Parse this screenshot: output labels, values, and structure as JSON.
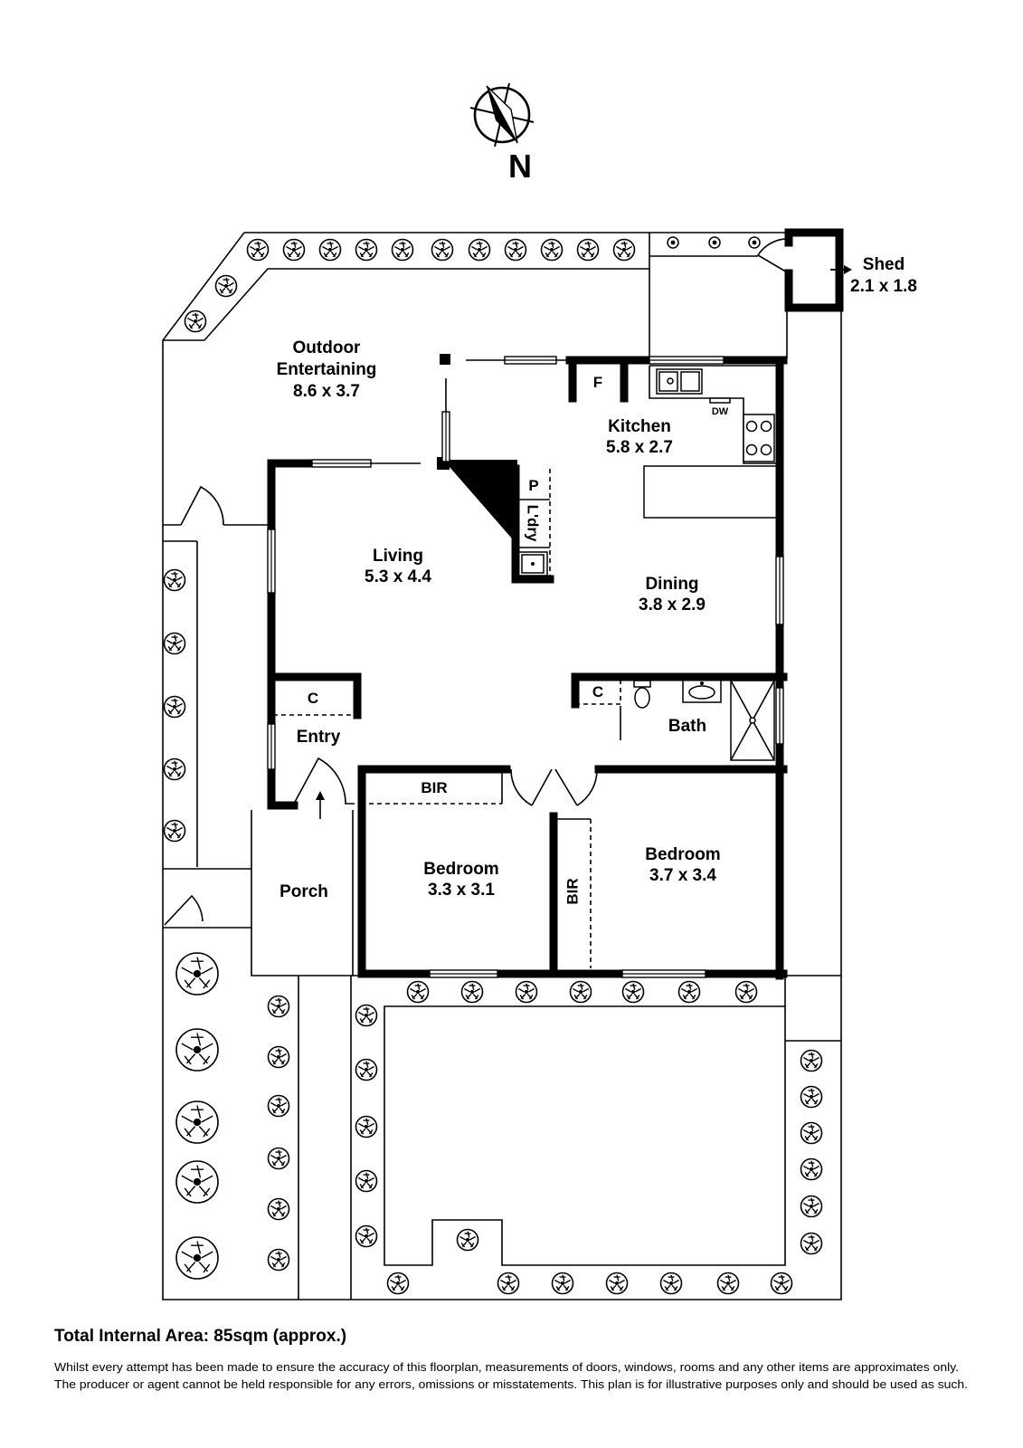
{
  "colors": {
    "ink": "#000000",
    "background": "#ffffff"
  },
  "compass": {
    "label": "N"
  },
  "rooms": {
    "shed": {
      "name": "Shed",
      "size": "2.1 x 1.8"
    },
    "outdoor": {
      "name_line1": "Outdoor",
      "name_line2": "Entertaining",
      "size": "8.6 x 3.7"
    },
    "kitchen": {
      "name": "Kitchen",
      "size": "5.8 x 2.7"
    },
    "living": {
      "name": "Living",
      "size": "5.3 x 4.4"
    },
    "dining": {
      "name": "Dining",
      "size": "3.8 x 2.9"
    },
    "entry": {
      "name": "Entry"
    },
    "bath": {
      "name": "Bath"
    },
    "bedroom1": {
      "name": "Bedroom",
      "size": "3.3 x 3.1"
    },
    "bedroom2": {
      "name": "Bedroom",
      "size": "3.7 x 3.4"
    },
    "porch": {
      "name": "Porch"
    }
  },
  "fixtures": {
    "fridge": "F",
    "dishwasher": "DW",
    "pantry": "P",
    "laundry": "L'dry",
    "closet_entry": "C",
    "closet_bath": "C",
    "bir_bedroom1": "BIR",
    "bir_bedroom2": "BIR"
  },
  "footer": {
    "total_area": "Total Internal Area: 85sqm (approx.)",
    "disclaimer_line1": "Whilst every attempt has been made to ensure the accuracy of this floorplan, measurements of doors, windows, rooms and any other items are approximates only.",
    "disclaimer_line2": "The producer or agent cannot be held responsible for any errors, omissions or misstatements. This plan is for illustrative purposes only and should be used as such."
  }
}
